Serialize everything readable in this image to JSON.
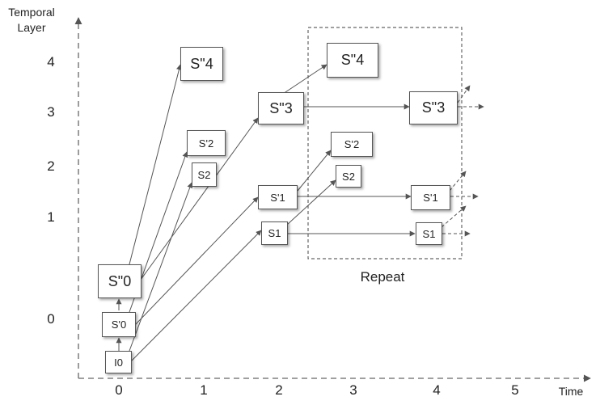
{
  "y_axis_title_line1": "Temporal",
  "y_axis_title_line2": "Layer",
  "x_axis_title": "Time",
  "y_ticks": [
    "4",
    "3",
    "2",
    "1",
    "0"
  ],
  "x_ticks": [
    "0",
    "1",
    "2",
    "3",
    "4",
    "5"
  ],
  "repeat_label": "Repeat",
  "nodes": {
    "I0": "I0",
    "Sp0": "S'0",
    "Spp0": "S\"0",
    "Spp4_a": "S\"4",
    "Sp2_a": "S'2",
    "S2_a": "S2",
    "Spp3_a": "S\"3",
    "Sp1_a": "S'1",
    "S1_a": "S1",
    "Spp4_b": "S\"4",
    "Sp2_b": "S'2",
    "S2_b": "S2",
    "Spp3_b": "S\"3",
    "Sp1_b": "S'1",
    "S1_b": "S1"
  }
}
